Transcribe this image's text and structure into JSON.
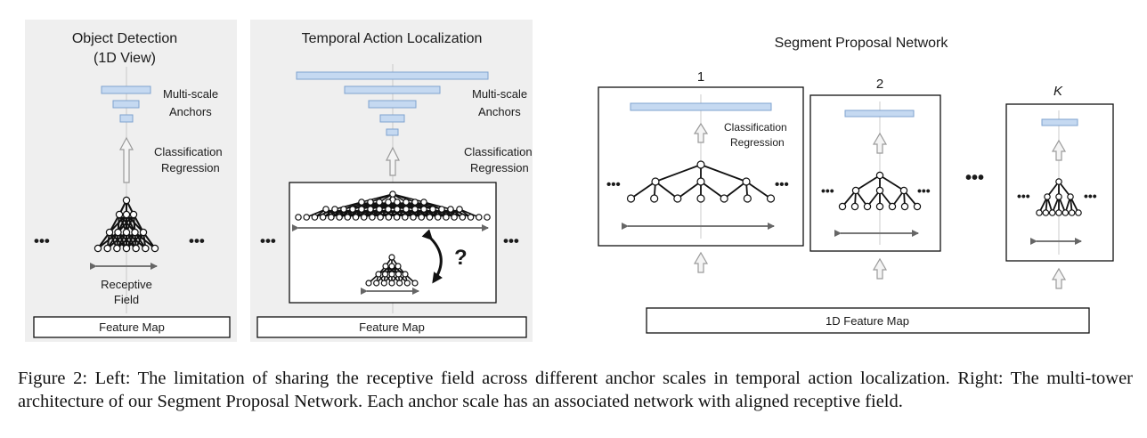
{
  "panel_left": {
    "title_line1": "Object Detection",
    "title_line2": "(1D View)",
    "anchors_line1": "Multi-scale",
    "anchors_line2": "Anchors",
    "head_line1": "Classification",
    "head_line2": "Regression",
    "rf_line1": "Receptive",
    "rf_line2": "Field",
    "feature_map": "Feature Map",
    "ellipsis": "•••"
  },
  "panel_middle": {
    "title": "Temporal Action Localization",
    "anchors_line1": "Multi-scale",
    "anchors_line2": "Anchors",
    "head_line1": "Classification",
    "head_line2": "Regression",
    "question": "?",
    "feature_map": "Feature Map",
    "ellipsis": "•••"
  },
  "panel_right": {
    "title": "Segment Proposal Network",
    "tower_labels": [
      "1",
      "2",
      "K"
    ],
    "head_line1": "Classification",
    "head_line2": "Regression",
    "feature_map": "1D Feature Map",
    "ellipsis": "•••"
  },
  "caption": {
    "text": "Figure 2: Left: The limitation of sharing the receptive field across different anchor scales in temporal action localization. Right: The multi-tower architecture of our Segment Proposal Network. Each anchor scale has an associated network with aligned receptive field."
  },
  "colors": {
    "panel_bg": "#efefef",
    "anchor_fill": "#c5d9f1",
    "anchor_stroke": "#7fa3cf",
    "arrow": "#9a9a9a"
  }
}
